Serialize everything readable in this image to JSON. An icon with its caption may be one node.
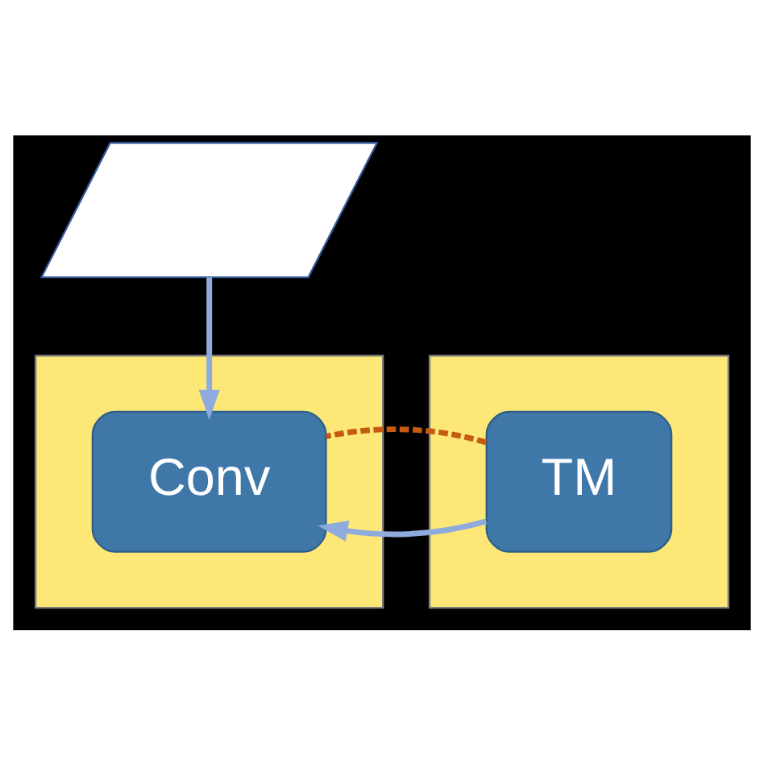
{
  "diagram": {
    "nodes": [
      {
        "text": [],
        "shape": "parallelogram"
      },
      {
        "text": [],
        "shape": "box"
      },
      {
        "text": [
          "TM"
        ],
        "in": 1
      },
      {
        "text": [],
        "shape": "box"
      },
      {
        "text": [
          "Conv"
        ],
        "in": 3
      }
    ],
    "edges": [
      {
        "from": 0,
        "to": 4,
        "arrow": "to"
      },
      {
        "from": 2,
        "to": 4,
        "arrow": "to"
      },
      {
        "from": 2,
        "to": 4,
        "arrow": "none",
        "style": "dashed",
        "color": "#c55a11"
      }
    ]
  }
}
